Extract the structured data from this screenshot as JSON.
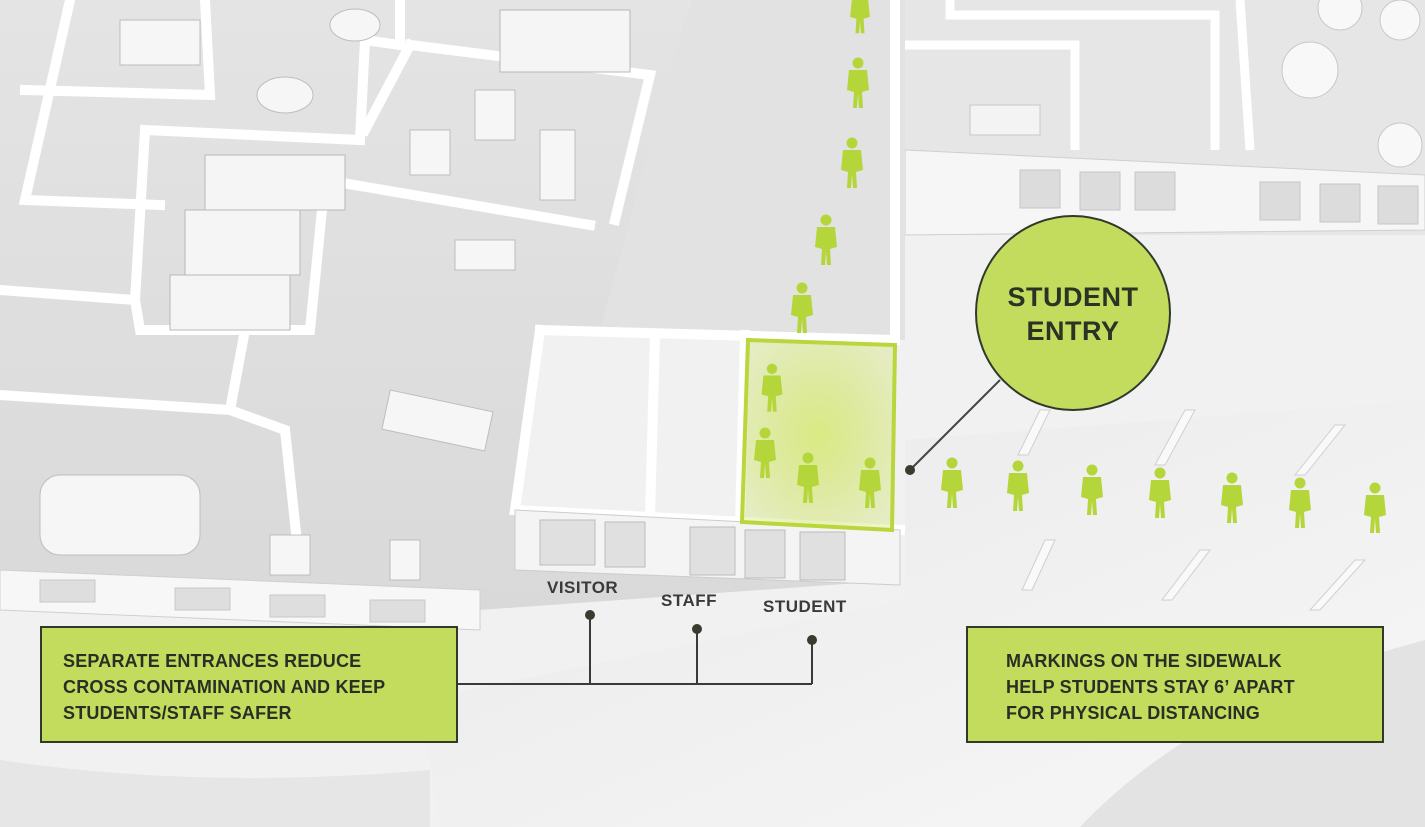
{
  "illustration": {
    "subject": "isometric school entry floor plan",
    "accent_color": "#c3dc5d",
    "figure_color": "#b5d63a",
    "line_color": "#2f3a2a"
  },
  "student_entry_callout": {
    "line1": "STUDENT",
    "line2": "ENTRY"
  },
  "door_labels": {
    "visitor": "VISITOR",
    "staff": "STAFF",
    "student": "STUDENT"
  },
  "left_callout": {
    "lines": [
      "SEPARATE ENTRANCES REDUCE",
      "CROSS CONTAMINATION AND KEEP",
      "STUDENTS/STAFF SAFER"
    ]
  },
  "right_callout": {
    "lines": [
      "MARKINGS ON THE SIDEWALK",
      "HELP STUDENTS STAY 6’ APART",
      "FOR PHYSICAL DISTANCING"
    ]
  }
}
